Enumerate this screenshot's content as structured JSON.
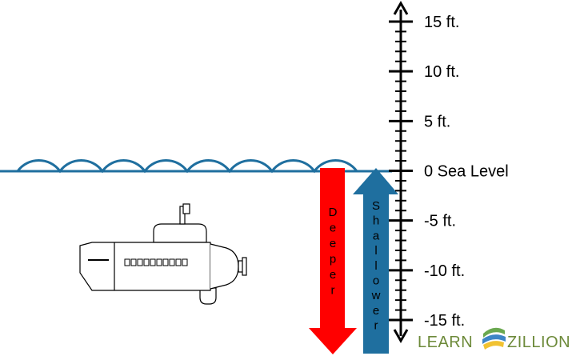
{
  "number_line": {
    "ticks": [
      {
        "value": 15,
        "label": "15 ft."
      },
      {
        "value": 10,
        "label": "10 ft."
      },
      {
        "value": 5,
        "label": "5 ft."
      },
      {
        "value": 0,
        "label": "0 Sea Level"
      },
      {
        "value": -5,
        "label": "-5 ft."
      },
      {
        "value": -10,
        "label": "-10 ft."
      },
      {
        "value": -15,
        "label": "-15 ft."
      }
    ],
    "range": [
      -15,
      15
    ]
  },
  "arrows": {
    "deeper": {
      "label": "Deeper",
      "color": "#ff0000",
      "direction": "down"
    },
    "shallower": {
      "label": "Shallower",
      "color": "#1f6f9f",
      "direction": "up"
    }
  },
  "water": {
    "color": "#1f6f9f"
  },
  "logo": {
    "left": "LEARN",
    "right": "ZILLION",
    "text_color": "#6d8a3a"
  },
  "icons": [
    "submarine-icon",
    "learnzillion-logo-icon"
  ]
}
